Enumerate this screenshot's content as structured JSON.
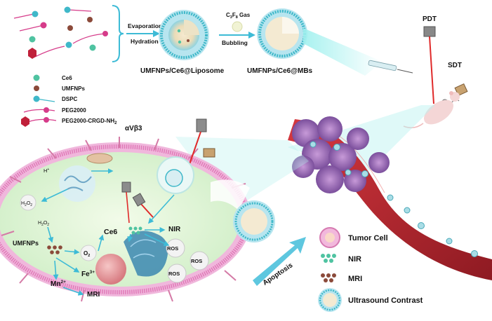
{
  "legend": {
    "ce6": "Ce6",
    "umfnps": "UMFNPs",
    "dspc": "DSPC",
    "peg2000": "PEG2000",
    "peg_crgd": "PEG2000-CRGD-NH",
    "peg_crgd_sub": "2"
  },
  "process": {
    "evaporation": "Evaporation",
    "hydration": "Hydration",
    "gas_main": "C",
    "gas_sub1": "3",
    "gas_mid": "F",
    "gas_sub2": "8",
    "gas_end": " Gas",
    "bubbling": "Bubbling",
    "liposome_label": "UMFNPs/Ce6@Liposome",
    "mbs_label": "UMFNPs/Ce6@MBs"
  },
  "therapy": {
    "pdt": "PDT",
    "sdt": "SDT",
    "integrin": "αVβ3"
  },
  "cell": {
    "h_plus": "H",
    "h_plus_sup": "+",
    "h2o2_a_main": "H",
    "h2o2_a_s1": "2",
    "h2o2_a_o": "O",
    "h2o2_a_s2": "2",
    "h2o2_b_main": "H",
    "h2o2_b_s1": "2",
    "h2o2_b_o": "O",
    "h2o2_b_s2": "2",
    "umfnps": "UMFNPs",
    "o2_main": "O",
    "o2_sub": "2",
    "ce6": "Ce6",
    "nir": "NIR",
    "ros1": "ROS",
    "ros2": "ROS",
    "ros3": "ROS",
    "fe_main": "Fe",
    "fe_sup": "3+",
    "mn_main": "Mn",
    "mn_sup": "2+",
    "mri": "MRI",
    "apoptosis": "Apoptosis"
  },
  "key": {
    "tumor_cell": "Tumor Cell",
    "nir": "NIR",
    "mri": "MRI",
    "ultrasound": "Ultrasound Contrast"
  },
  "colors": {
    "ce6": "#4fc3a1",
    "umfnps": "#8b4a3a",
    "dspc": "#3fb8c9",
    "peg": "#d63c8a",
    "crgd": "#c0203a",
    "cell_fill": "#dff5d8",
    "membrane": "#e07ab8",
    "vessel": "#b5242e",
    "tumor": "#9a6ab8",
    "arrow": "#3dbbd6"
  }
}
